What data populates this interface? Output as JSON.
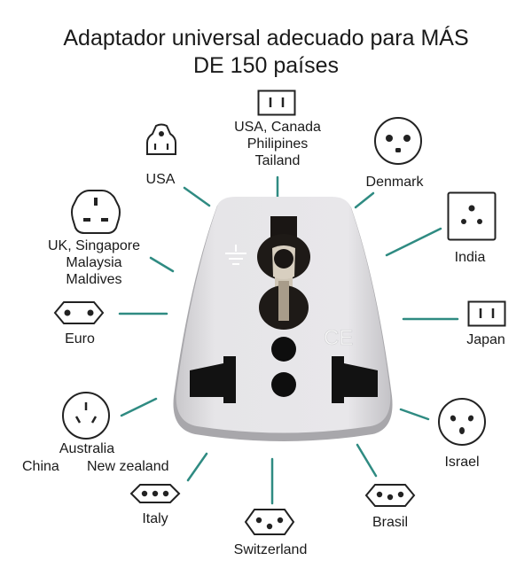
{
  "title": {
    "line1": "Adaptador universal adecuado para MÁS",
    "line2": "DE 150 países"
  },
  "colors": {
    "connector_line": "#2f8b82",
    "icon_stroke": "#222222",
    "adapter_body": "#e4e3e5",
    "socket": "#141414"
  },
  "adapter": {
    "mark": "CE",
    "ground_symbol": "earth-ground-icon"
  },
  "plug_types": [
    {
      "id": "usa-canada",
      "icon": "plug-type-a-icon",
      "lines": [
        "USA, Canada",
        "Philipines",
        "Tailand"
      ]
    },
    {
      "id": "usa",
      "icon": "plug-type-b-icon",
      "lines": [
        "USA"
      ]
    },
    {
      "id": "denmark",
      "icon": "plug-type-k-icon",
      "lines": [
        "Denmark"
      ]
    },
    {
      "id": "uk",
      "icon": "plug-type-g-icon",
      "lines": [
        "UK, Singapore",
        "Malaysia",
        "Maldives"
      ]
    },
    {
      "id": "india",
      "icon": "plug-type-d-icon",
      "lines": [
        "India"
      ]
    },
    {
      "id": "euro",
      "icon": "plug-type-c-icon",
      "lines": [
        "Euro"
      ]
    },
    {
      "id": "japan",
      "icon": "plug-type-a-japan-icon",
      "lines": [
        "Japan"
      ]
    },
    {
      "id": "australia",
      "icon": "plug-type-i-icon",
      "lines": [
        "Australia",
        "China",
        "New zealand"
      ]
    },
    {
      "id": "israel",
      "icon": "plug-type-h-icon",
      "lines": [
        "Israel"
      ]
    },
    {
      "id": "italy",
      "icon": "plug-type-l-icon",
      "lines": [
        "Italy"
      ]
    },
    {
      "id": "brasil",
      "icon": "plug-type-n-icon",
      "lines": [
        "Brasil"
      ]
    },
    {
      "id": "switzerland",
      "icon": "plug-type-j-icon",
      "lines": [
        "Switzerland"
      ]
    }
  ]
}
